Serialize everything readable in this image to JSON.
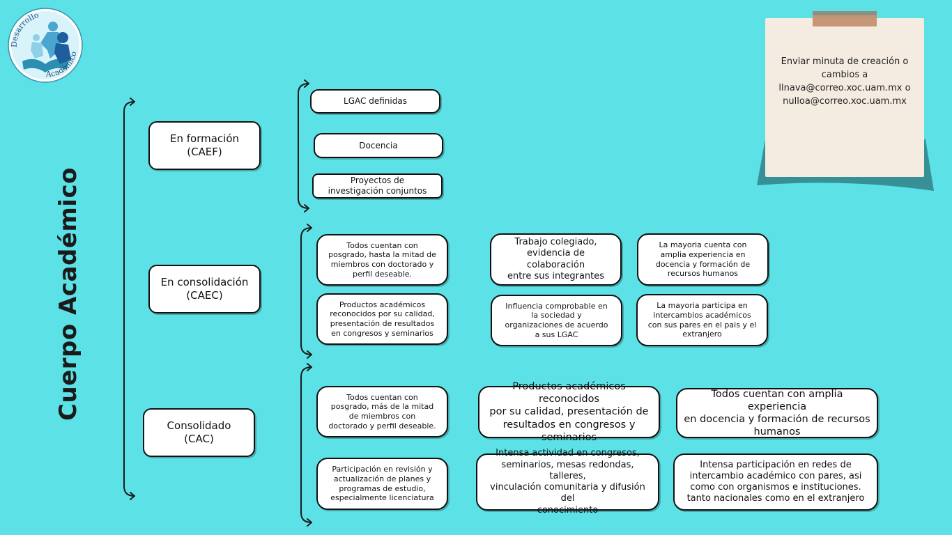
{
  "title": "Cuerpo Académico",
  "logo": {
    "text_top": "Desarrollo",
    "text_bottom": "Académico"
  },
  "note": {
    "text": "Enviar minuta de creación o cambios a llnava@correo.xoc.uam.mx o nulloa@correo.xoc.uam.mx"
  },
  "levels": [
    {
      "label": "En formación\n(CAEF)",
      "items": [
        "LGAC definidas",
        "Docencia",
        "Proyectos de\ninvestigación conjuntos"
      ]
    },
    {
      "label": "En consolidación\n(CAEC)",
      "items": [
        "Todos cuentan con\nposgrado, hasta la mitad de\nmiembros con doctorado y\nperfil deseable.",
        "Trabajo colegiado,\nevidencia de colaboración\nentre sus integrantes",
        "La mayoria cuenta con\namplia experiencia en\ndocencia y formación de\nrecursos humanos",
        "Productos académicos\nreconocidos por su calidad,\npresentación de resultados\nen congresos y seminarios",
        "Influencia comprobable en\nla sociedad y\norganizaciones de acuerdo\na sus LGAC",
        "La mayoria participa en\nintercambios académicos\ncon sus pares en el pais y el\nextranjero"
      ]
    },
    {
      "label": "Consolidado\n(CAC)",
      "items": [
        "Todos cuentan con\nposgrado, más de la mitad\nde miembros con\ndoctorado y perfil deseable.",
        "Productos académicos reconocidos\npor su calidad, presentación de\nresultados en congresos y seminarios",
        "Todos cuentan con amplia experiencia\nen docencia y formación de recursos\nhumanos",
        "Participación en revisión y\nactualización de planes y\nprogramas de estudio,\nespecialmente licenciatura",
        "Intensa actividad en congresos,\nseminarios, mesas redondas, talleres,\nvinculación comunitaria y difusión del\nconocimiento",
        "Intensa participación en redes de\nintercambio académico con pares,  asi\ncomo con organismos e instituciones.\ntanto nacionales como en el extranjero"
      ]
    }
  ]
}
